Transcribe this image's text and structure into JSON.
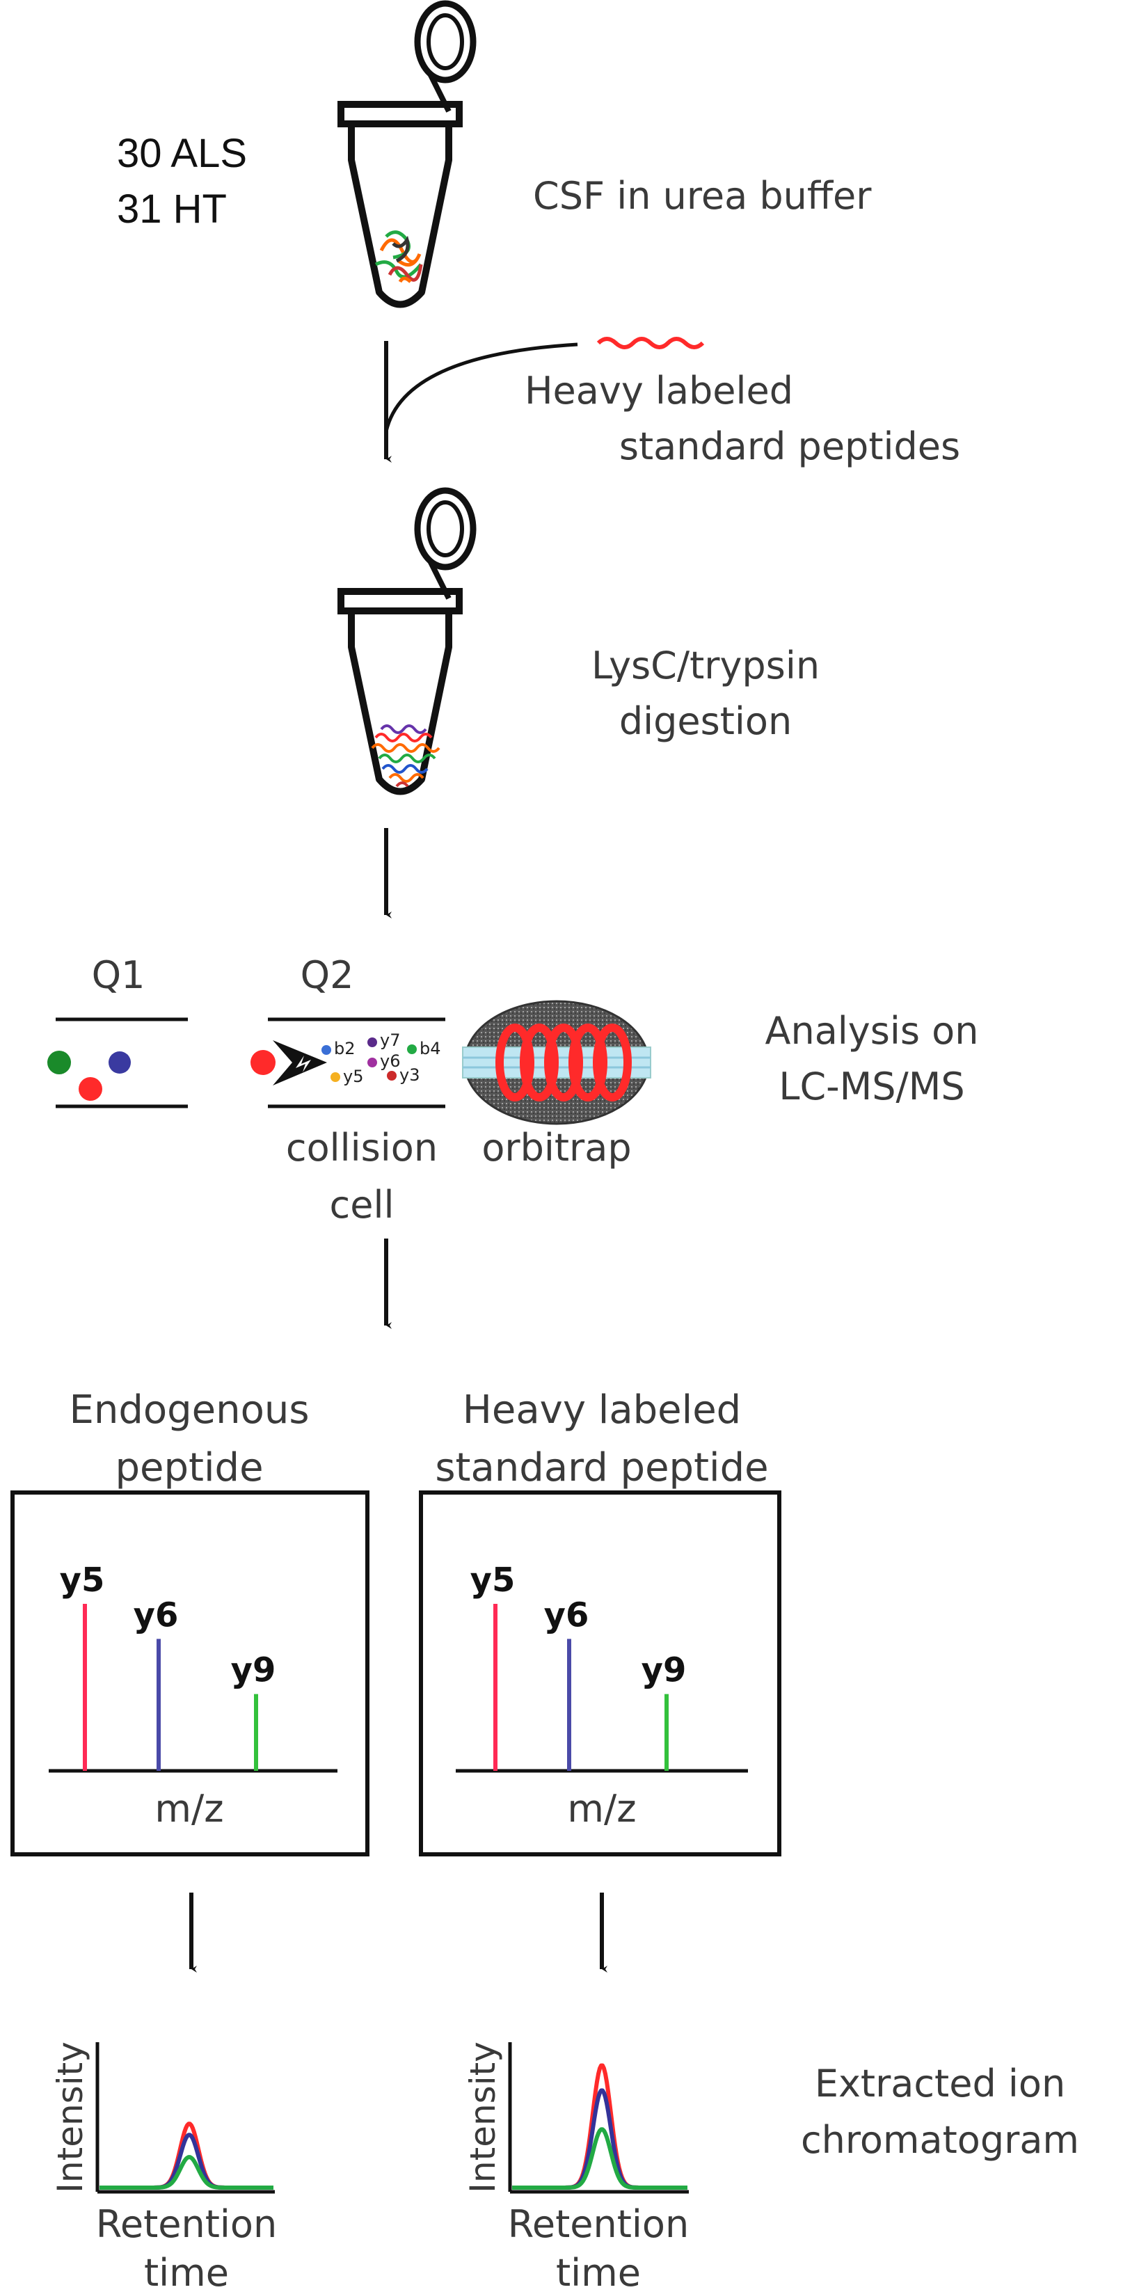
{
  "samples": {
    "line1": "30 ALS",
    "line2": "31 HT"
  },
  "steps": {
    "csf": "CSF in urea buffer",
    "heavy_line1": "Heavy labeled",
    "heavy_line2": "standard peptides",
    "digest_line1": "LysC/trypsin",
    "digest_line2": "digestion",
    "analysis_line1": "Analysis on",
    "analysis_line2": "LC-MS/MS",
    "xic_line1": "Extracted ion",
    "xic_line2": "chromatogram"
  },
  "ms": {
    "q1": "Q1",
    "q2": "Q2",
    "collision_line1": "collision",
    "collision_line2": "cell",
    "orbitrap": "orbitrap",
    "fragments": [
      "b2",
      "y7",
      "b4",
      "y6",
      "y5",
      "y3"
    ]
  },
  "spectra": {
    "left_title_line1": "Endogenous",
    "left_title_line2": "peptide",
    "right_title_line1": "Heavy labeled",
    "right_title_line2": "standard peptide",
    "xlabel": "m/z"
  },
  "chromatograms": {
    "ylabel": "Intensity",
    "xlabel_line1": "Retention",
    "xlabel_line2": "time"
  },
  "colors": {
    "red": "#ff2a3a",
    "blue": "#3a3a9a",
    "green": "#22b24a",
    "arrow": "#111111"
  },
  "chart_data": [
    {
      "type": "bar",
      "categories": [
        "y5",
        "y6",
        "y9"
      ],
      "values": [
        100,
        79,
        46
      ],
      "ylim": [
        0,
        160
      ],
      "colors": [
        "#ff2a55",
        "#4a4aa8",
        "#33c13c"
      ]
    },
    {
      "type": "bar",
      "categories": [
        "y5",
        "y6",
        "y9"
      ],
      "values": [
        100,
        79,
        46
      ],
      "ylim": [
        0,
        100
      ],
      "colors": [
        "#ff2a55",
        "#4a4aa8",
        "#33c13c"
      ]
    },
    {
      "type": "line",
      "ylabel": "Intensity",
      "series": [
        {
          "peak": 0.46,
          "color": "#ff2a2a"
        },
        {
          "peak": 0.38,
          "color": "#333399"
        },
        {
          "peak": 0.22,
          "color": "#22aa44"
        }
      ],
      "ylim": [
        0,
        1
      ]
    },
    {
      "type": "line",
      "ylabel": "Intensity",
      "series": [
        {
          "peak": 0.88,
          "color": "#ff2a2a"
        },
        {
          "peak": 0.7,
          "color": "#333399"
        },
        {
          "peak": 0.42,
          "color": "#22aa44"
        }
      ],
      "ylim": [
        0,
        1
      ]
    }
  ]
}
